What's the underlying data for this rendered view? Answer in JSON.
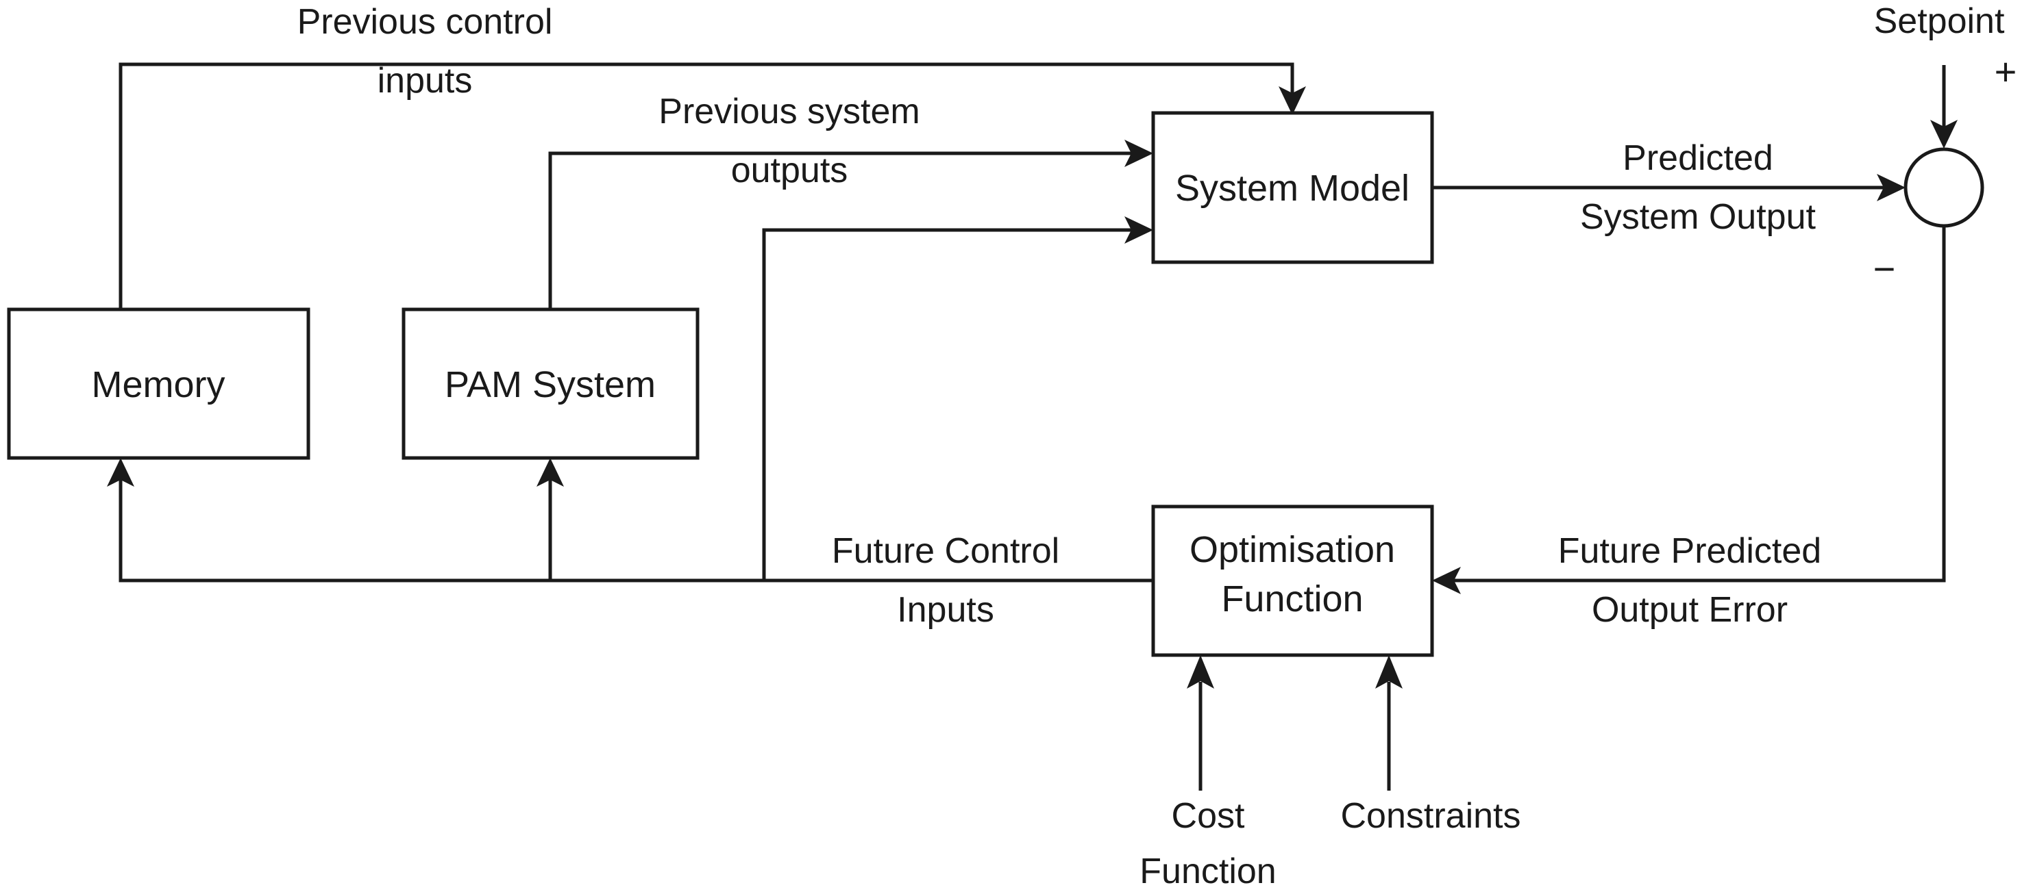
{
  "diagram": {
    "title": "Model Predictive Control Block Diagram",
    "type": "block-diagram",
    "background_color": "#ffffff",
    "line_color": "#1a1a1a",
    "text_color": "#1a1a1a",
    "blocks": [
      {
        "id": "memory",
        "label": "Memory"
      },
      {
        "id": "pam_system",
        "label": "PAM System"
      },
      {
        "id": "system_model",
        "label": "System Model"
      },
      {
        "id": "optimisation_function",
        "label_line1": "Optimisation",
        "label_line2": "Function"
      },
      {
        "id": "summing_junction",
        "label": ""
      }
    ],
    "signals": [
      {
        "id": "previous_control_inputs",
        "line1": "Previous control",
        "line2": "inputs"
      },
      {
        "id": "previous_system_outputs",
        "line1": "Previous system",
        "line2": "outputs"
      },
      {
        "id": "predicted_system_output",
        "line1": "Predicted",
        "line2": "System Output"
      },
      {
        "id": "setpoint",
        "line1": "Setpoint",
        "line2": ""
      },
      {
        "id": "future_control_inputs",
        "line1": "Future Control",
        "line2": "Inputs"
      },
      {
        "id": "future_predicted_output_error",
        "line1": "Future Predicted",
        "line2": "Output Error"
      },
      {
        "id": "cost_function",
        "line1": "Cost",
        "line2": "Function"
      },
      {
        "id": "constraints",
        "line1": "Constraints",
        "line2": ""
      }
    ],
    "signs": {
      "plus": "+",
      "minus": "−"
    }
  }
}
